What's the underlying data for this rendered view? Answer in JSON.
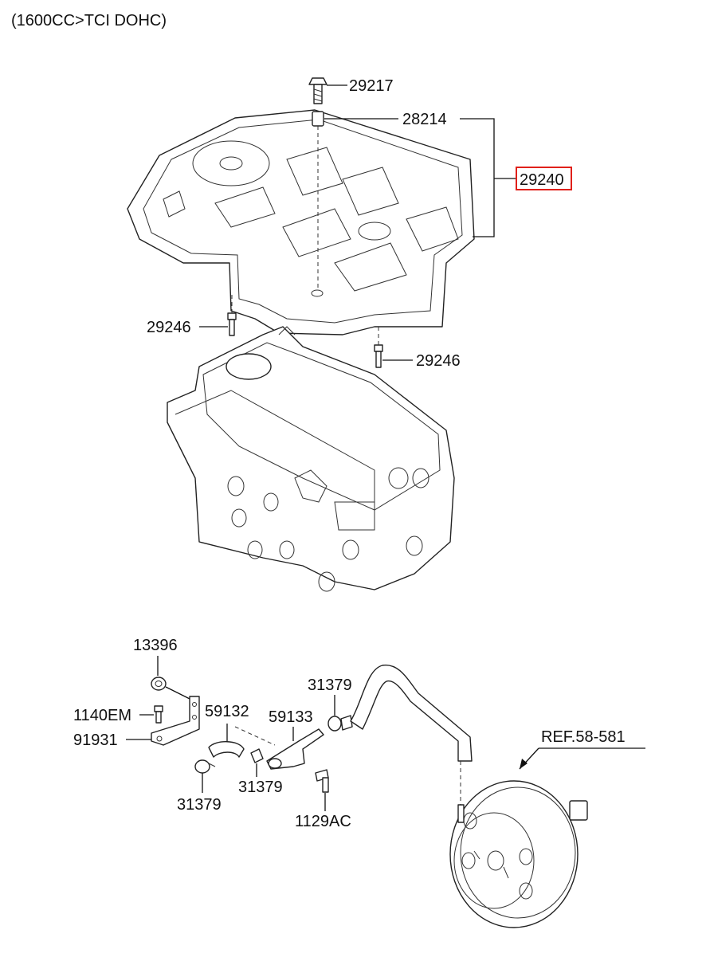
{
  "header": {
    "title": "(1600CC>TCI DOHC)"
  },
  "callouts": {
    "bolt_top": "29217",
    "pin": "28214",
    "cover_assy": "29240",
    "stud_left": "29246",
    "stud_right": "29246",
    "grommet": "13396",
    "bolt_small": "1140EM",
    "bracket": "91931",
    "hose_a": "59132",
    "hose_b": "59133",
    "clamp_top": "31379",
    "clamp_bottom_left": "31379",
    "clamp_bottom_mid": "31379",
    "bolt_flange": "1129AC",
    "reference": "REF.58-581"
  },
  "colors": {
    "highlight": "#e0201a",
    "line": "#111111"
  }
}
